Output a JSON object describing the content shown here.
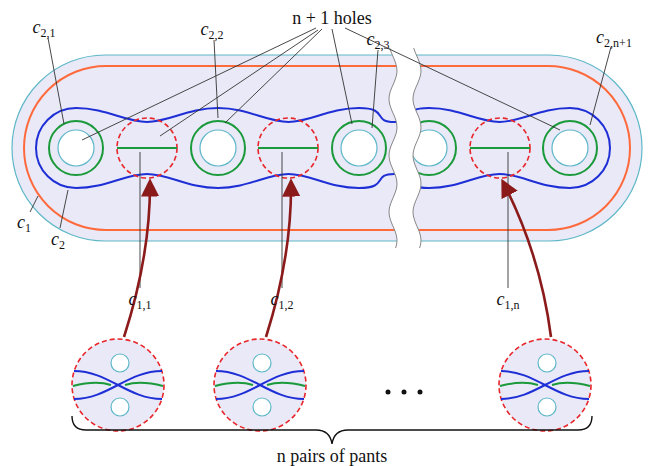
{
  "diagram": {
    "labels": [
      "n + 1 holes",
      "c2,1",
      "c2,2",
      "c2,3",
      "c2,n+1",
      "c1",
      "c2",
      "c1,1",
      "c1,2",
      "c1,n",
      "n pairs of pants"
    ]
  }
}
